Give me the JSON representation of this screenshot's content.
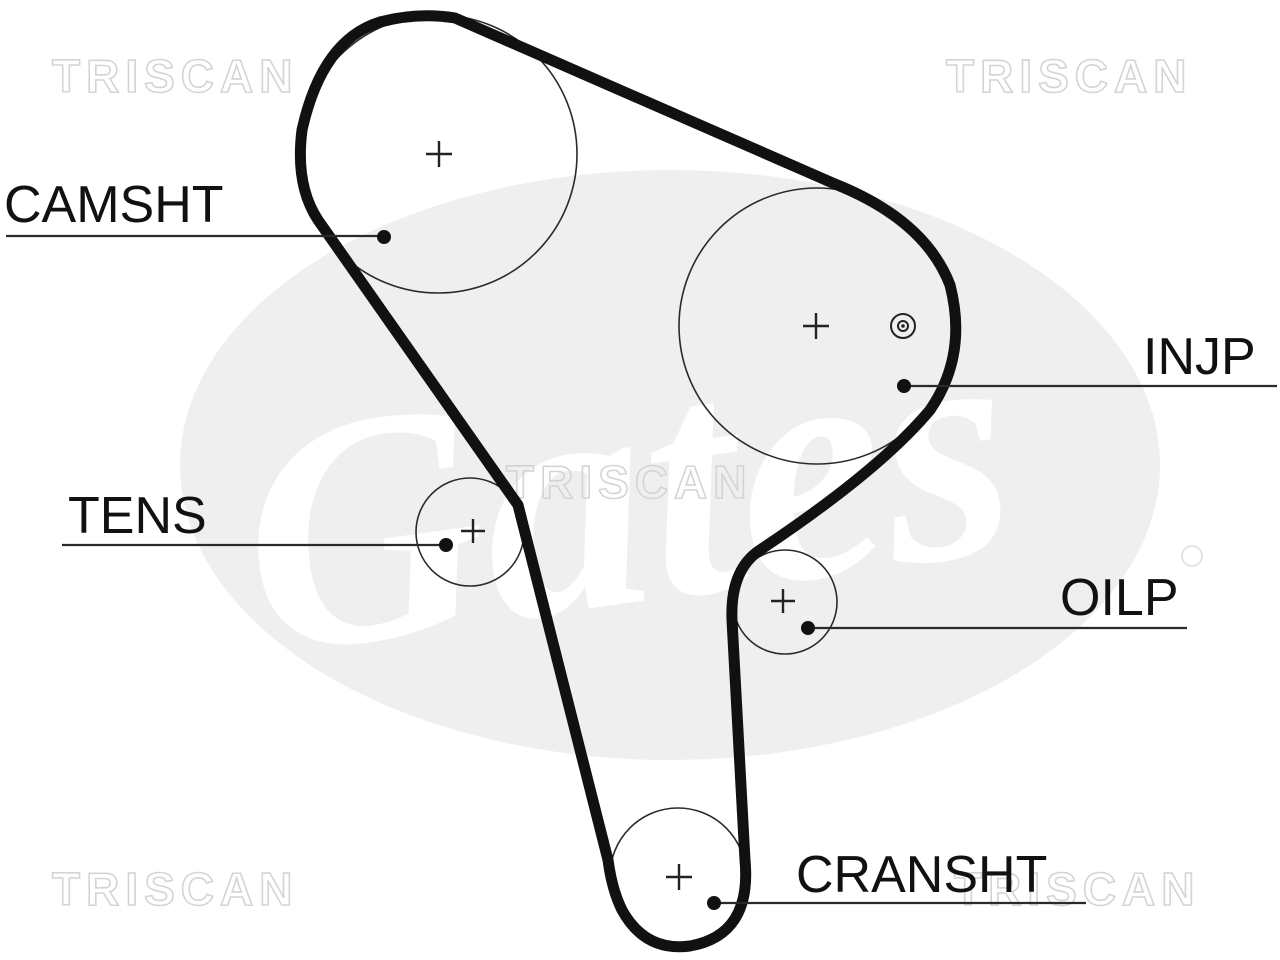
{
  "watermarks": [
    "TRISCAN",
    "TRISCAN",
    "TRISCAN",
    "TRISCAN",
    "TRISCAN"
  ],
  "background_logo": "Gates",
  "labels": {
    "camshaft": "CAMSHT",
    "injection_pump": "INJP",
    "tensioner": "TENS",
    "oil_pump": "OILP",
    "crankshaft": "CRANSHT"
  },
  "colors": {
    "belt": "#111111",
    "watermark": "#d4d4d4",
    "logo": "#ededed"
  }
}
